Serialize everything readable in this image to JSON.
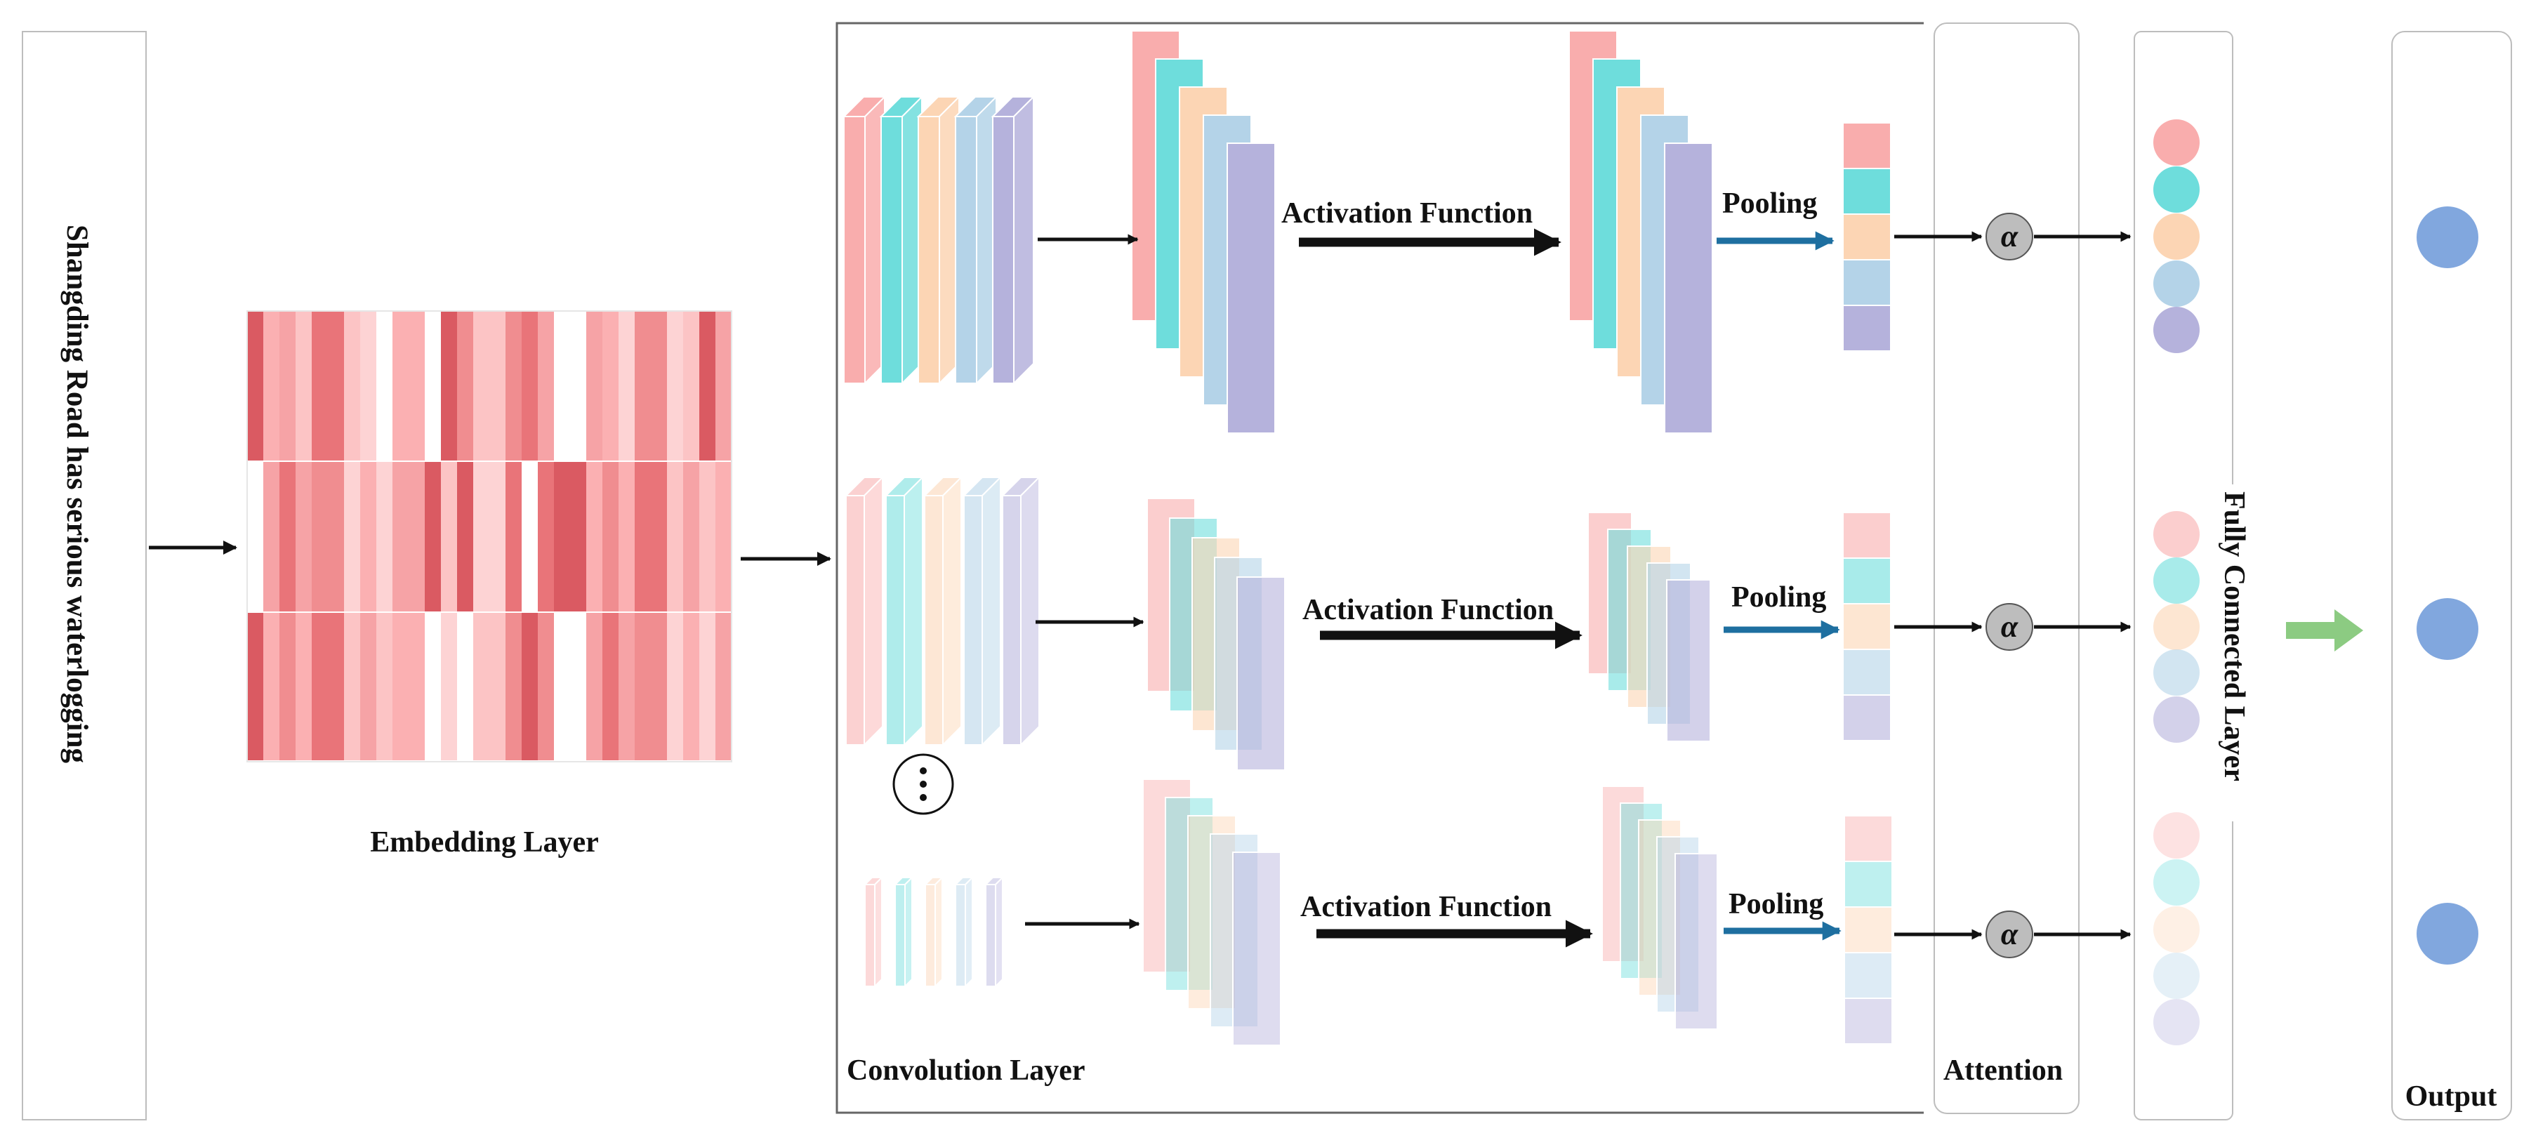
{
  "input": {
    "sentence": "Shangding Road has serious waterlogging"
  },
  "embedding": {
    "label": "Embedding Layer"
  },
  "convolution": {
    "label": "Convolution Layer"
  },
  "branches": [
    {
      "activation_label": "Activation Function",
      "pooling_label": "Pooling"
    },
    {
      "activation_label": "Activation Function",
      "pooling_label": "Pooling"
    },
    {
      "activation_label": "Activation Function",
      "pooling_label": "Pooling"
    }
  ],
  "attention": {
    "label": "Attention",
    "weight_symbol": "α"
  },
  "fully_connected": {
    "label": "Fully Connected Layer"
  },
  "output": {
    "label": "Output"
  },
  "palette": {
    "red": "#F9ADAD",
    "cyan": "#6EDDDC",
    "peach": "#FCD5B4",
    "blue": "#B4D3E8",
    "purple": "#B5B2DC",
    "output_node": "#81A7DE",
    "output_arrow": "#8CCB82",
    "pool_arrow": "#1E6FA0",
    "heat_dark": "#DA5A62"
  },
  "icons": [
    "ellipsis-icon"
  ]
}
